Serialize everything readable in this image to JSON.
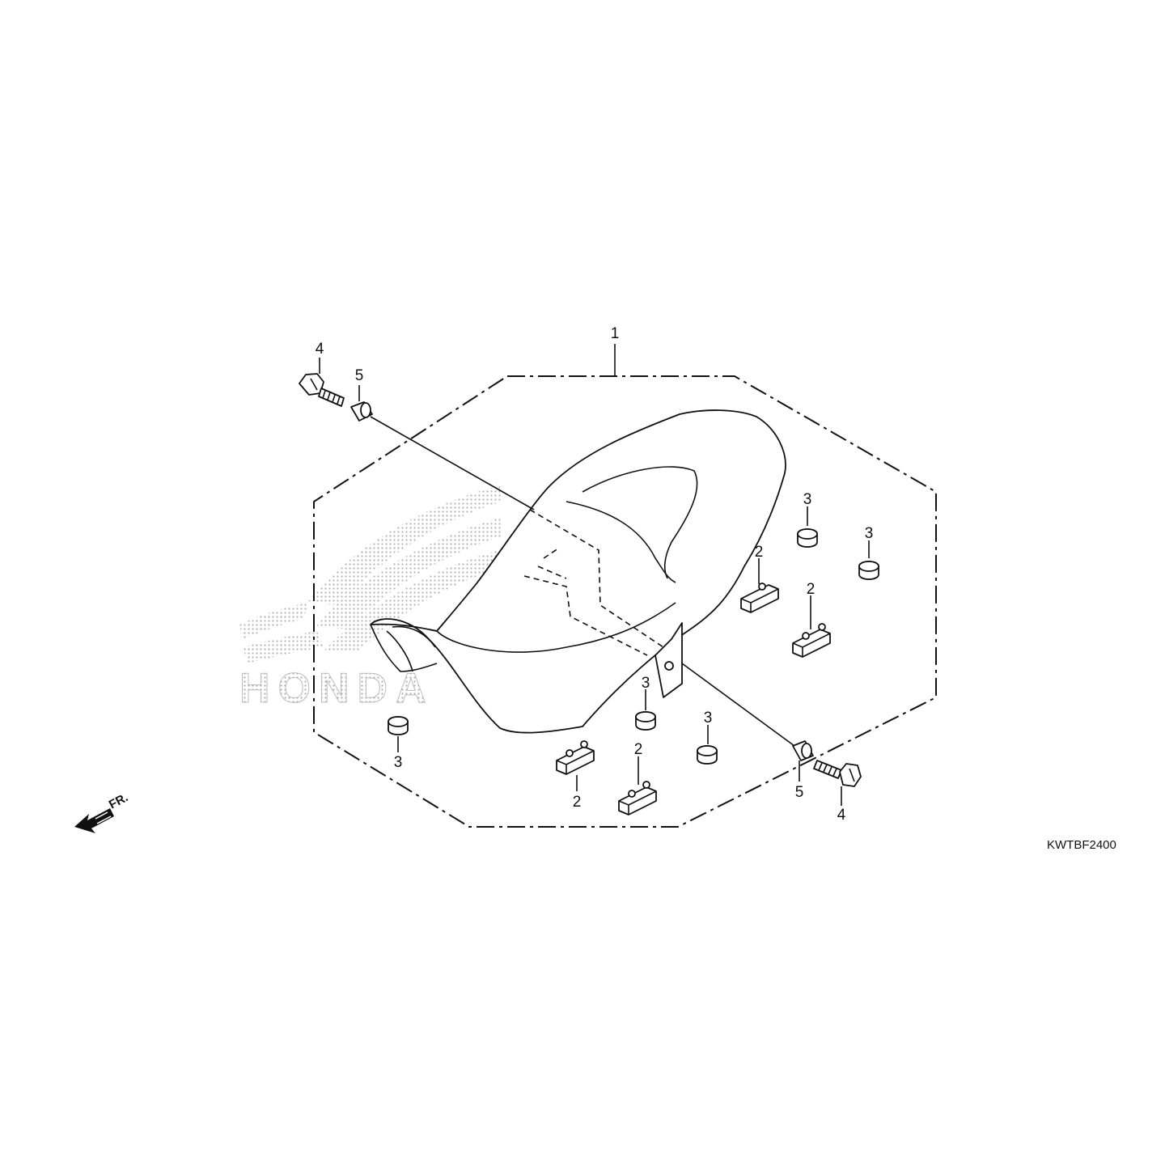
{
  "watermark": {
    "brand": "HONDA",
    "color": "#b8b8b8"
  },
  "parts": [
    {
      "ref": "1",
      "name": "seat"
    },
    {
      "ref": "2",
      "name": "rubber-cushion"
    },
    {
      "ref": "3",
      "name": "seat-rubber"
    },
    {
      "ref": "4",
      "name": "flange-bolt"
    },
    {
      "ref": "5",
      "name": "collar"
    }
  ],
  "callouts": {
    "seat": "1",
    "cushion_a": "2",
    "cushion_b": "2",
    "cushion_c": "2",
    "cushion_d": "2",
    "rubber_a": "3",
    "rubber_b": "3",
    "rubber_c": "3",
    "rubber_d": "3",
    "rubber_e": "3",
    "bolt_left": "4",
    "bolt_right": "4",
    "collar_left": "5",
    "collar_right": "5"
  },
  "front_indicator": {
    "label": "FR.",
    "icon": "front-arrow-icon"
  },
  "diagram_code": "KWTBF2400"
}
